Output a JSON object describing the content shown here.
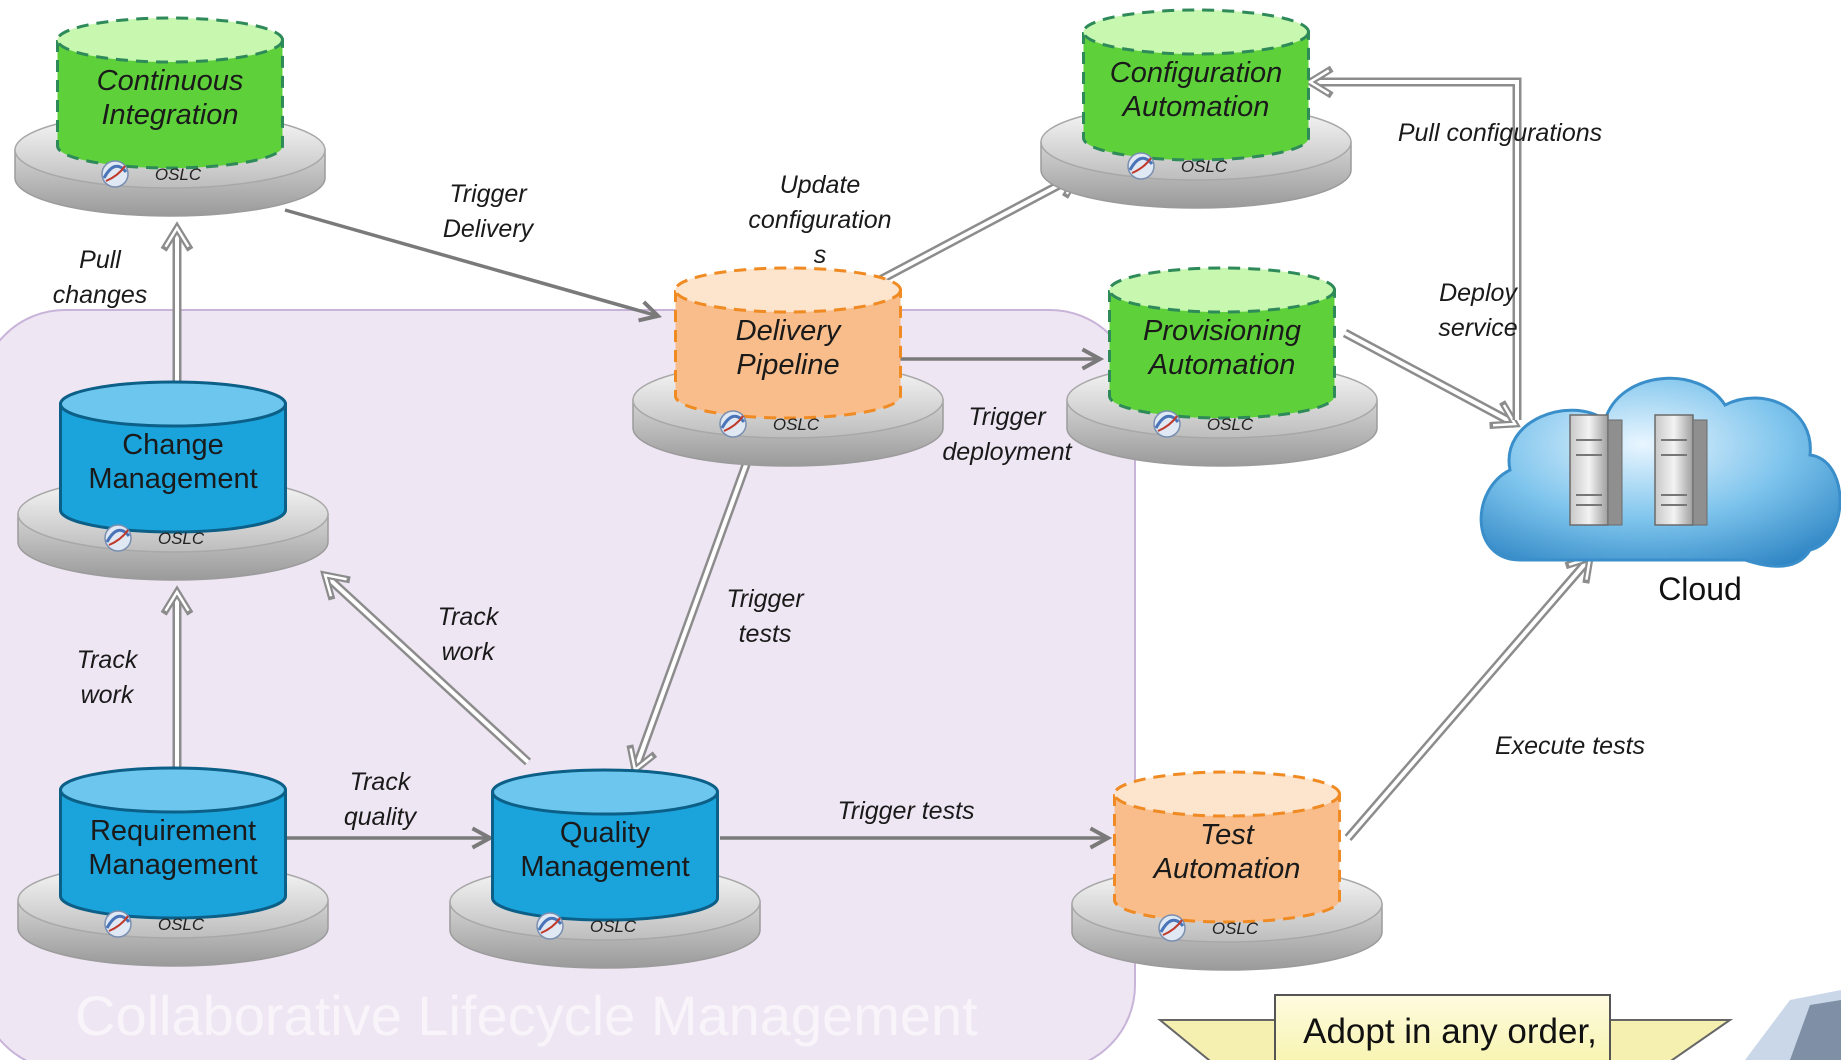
{
  "region": {
    "title": "Collaborative Lifecycle Management"
  },
  "nodes": [
    {
      "id": "ci",
      "lines": [
        "Continuous",
        "Integration"
      ],
      "badge": "OSLC",
      "style": "green",
      "italic": true
    },
    {
      "id": "config",
      "lines": [
        "Configuration",
        "Automation"
      ],
      "badge": "OSLC",
      "style": "green",
      "italic": true
    },
    {
      "id": "prov",
      "lines": [
        "Provisioning",
        "Automation"
      ],
      "badge": "OSLC",
      "style": "green",
      "italic": true
    },
    {
      "id": "pipe",
      "lines": [
        "Delivery",
        "Pipeline"
      ],
      "badge": "OSLC",
      "style": "orange",
      "italic": true
    },
    {
      "id": "change",
      "lines": [
        "Change",
        "Management"
      ],
      "badge": "OSLC",
      "style": "blue",
      "italic": false
    },
    {
      "id": "req",
      "lines": [
        "Requirement",
        "Management"
      ],
      "badge": "OSLC",
      "style": "blue",
      "italic": false
    },
    {
      "id": "qual",
      "lines": [
        "Quality",
        "Management"
      ],
      "badge": "OSLC",
      "style": "blue",
      "italic": false
    },
    {
      "id": "test",
      "lines": [
        "Test",
        "Automation"
      ],
      "badge": "OSLC",
      "style": "orange",
      "italic": true
    }
  ],
  "edge_labels": [
    {
      "id": "pull-changes",
      "lines": [
        "Pull",
        "changes"
      ]
    },
    {
      "id": "trigger-delivery",
      "lines": [
        "Trigger",
        "Delivery"
      ]
    },
    {
      "id": "update-config",
      "lines": [
        "Update",
        "configuration",
        "s"
      ]
    },
    {
      "id": "pull-configs",
      "lines": [
        "Pull configurations"
      ]
    },
    {
      "id": "deploy-service",
      "lines": [
        "Deploy",
        "service"
      ]
    },
    {
      "id": "trigger-deploy",
      "lines": [
        "Trigger",
        "deployment"
      ]
    },
    {
      "id": "trigger-tests-v",
      "lines": [
        "Trigger",
        "tests"
      ]
    },
    {
      "id": "track-work-diag",
      "lines": [
        "Track",
        "work"
      ]
    },
    {
      "id": "track-work-left",
      "lines": [
        "Track",
        "work"
      ]
    },
    {
      "id": "track-quality",
      "lines": [
        "Track",
        "quality"
      ]
    },
    {
      "id": "trigger-tests-h",
      "lines": [
        "Trigger tests"
      ]
    },
    {
      "id": "execute-tests",
      "lines": [
        "Execute tests"
      ]
    }
  ],
  "cloud": {
    "label": "Cloud"
  },
  "callout": {
    "text": "Adopt in any order,"
  },
  "colors": {
    "green": "#5ed13a",
    "green_light": "#c8f7b0",
    "green_border": "#2f8a5a",
    "orange": "#f8bd8a",
    "orange_light": "#fde4cc",
    "orange_border": "#f08a22",
    "blue": "#1ba3dc",
    "blue_light": "#6cc6ee",
    "blue_border": "#0c5f86",
    "region_fill": "#efe6f4",
    "region_border": "#c9b4d9",
    "callout_fill": "#fcfcc4"
  }
}
